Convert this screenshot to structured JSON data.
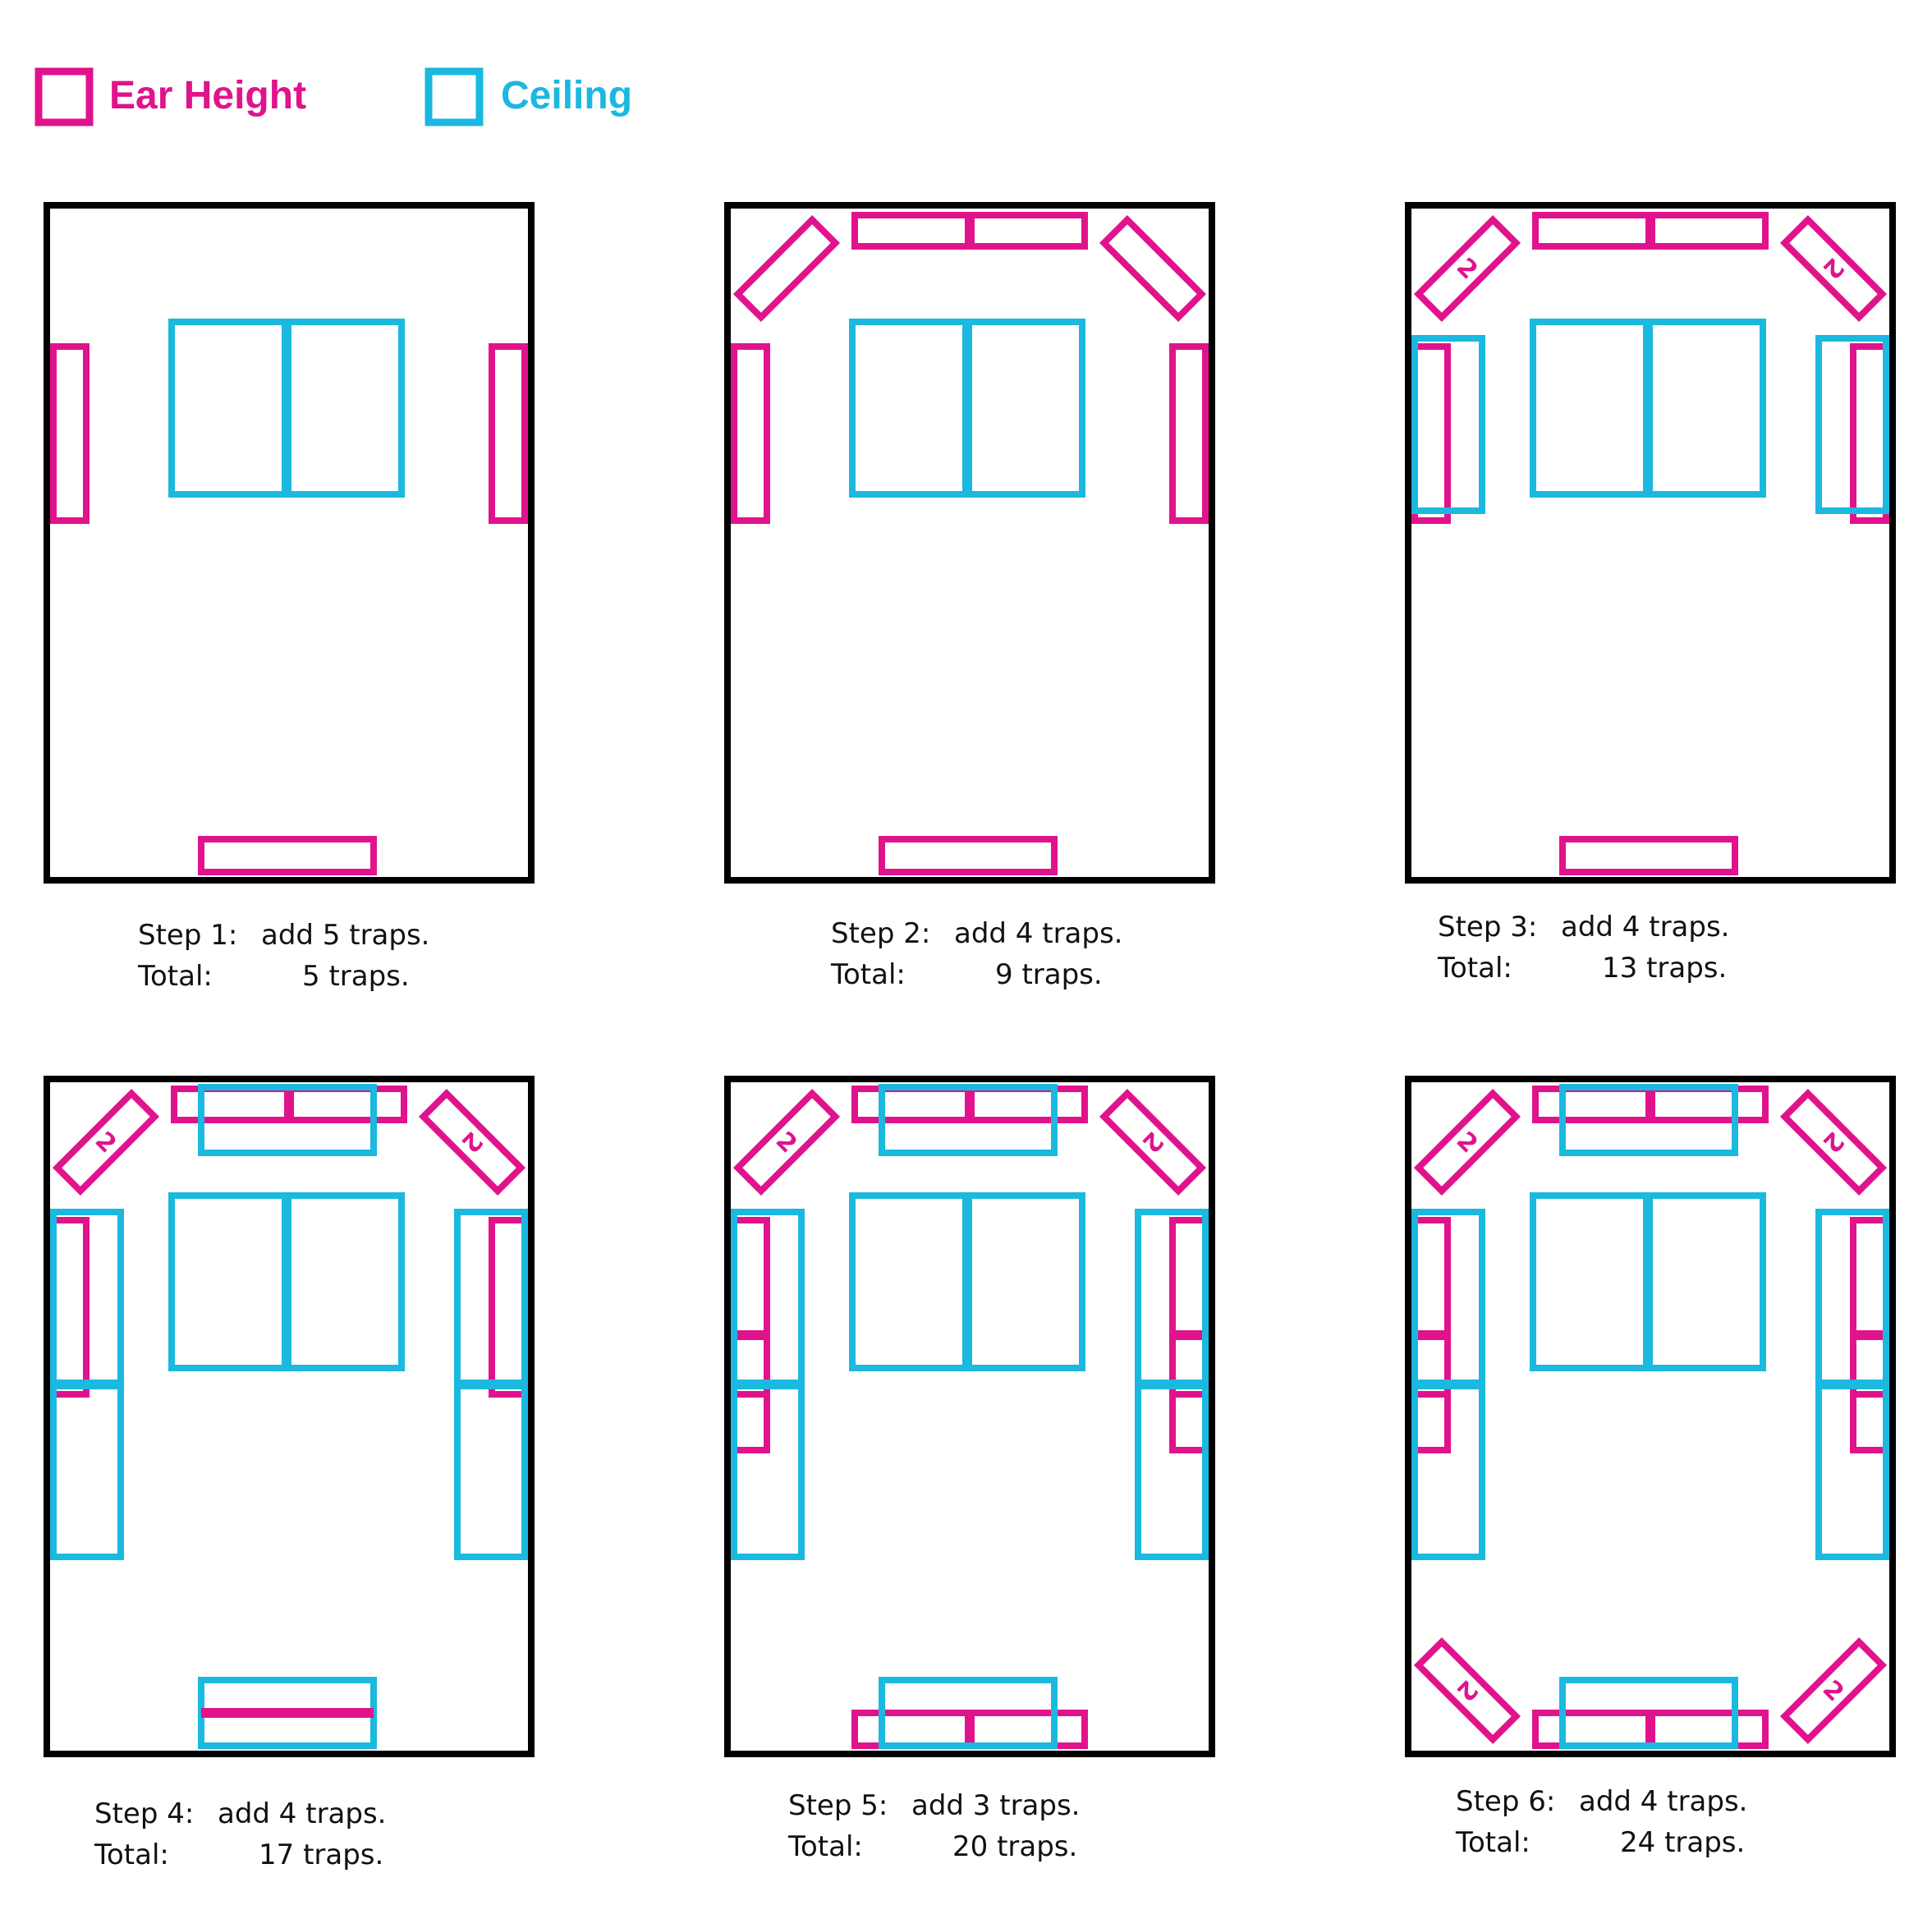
{
  "colors": {
    "ear": "#e0138c",
    "ceiling": "#1bb8e0",
    "wall": "#000000",
    "text": "#111111"
  },
  "legend": {
    "ear_label": "Ear Height",
    "ceiling_label": "Ceiling"
  },
  "corner_label": "2",
  "labels": {
    "total": "Total:"
  },
  "steps": [
    {
      "title": "Step 1:",
      "add": "add 5 traps.",
      "total": "5 traps."
    },
    {
      "title": "Step 2:",
      "add": "add 4 traps.",
      "total": "9 traps."
    },
    {
      "title": "Step 3:",
      "add": "add 4 traps.",
      "total": "13 traps."
    },
    {
      "title": "Step 4:",
      "add": "add 4 traps.",
      "total": "17 traps."
    },
    {
      "title": "Step 5:",
      "add": "add 3 traps.",
      "total": "20 traps."
    },
    {
      "title": "Step 6:",
      "add": "add 4 traps.",
      "total": "24 traps."
    }
  ]
}
